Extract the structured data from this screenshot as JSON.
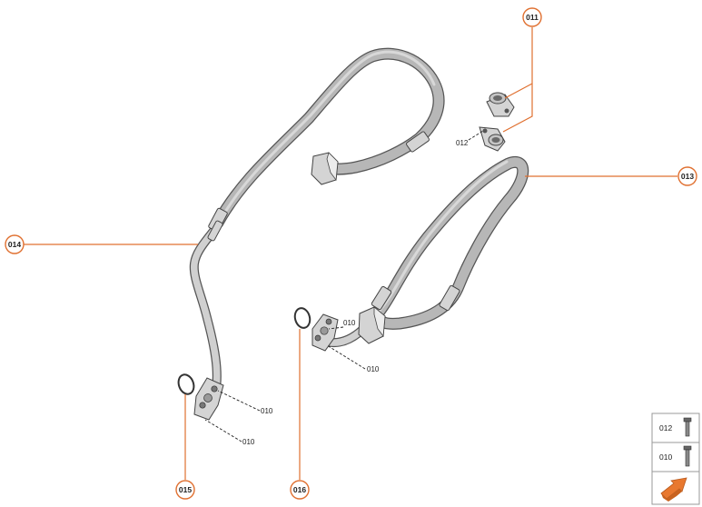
{
  "callouts": {
    "c011": "011",
    "c013": "013",
    "c014": "014",
    "c015": "015",
    "c016": "016"
  },
  "part_labels": {
    "l012": "012",
    "l010a": "010",
    "l010b": "010",
    "l010c": "010",
    "l010d": "010"
  },
  "legend": {
    "row1": "012",
    "row2": "010"
  },
  "colors": {
    "accent": "#e07030",
    "nav_arrow": "#e8782f"
  }
}
